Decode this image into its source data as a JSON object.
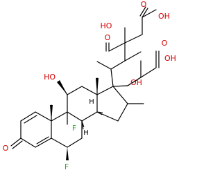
{
  "molecule": {
    "atoms": {
      "o_cooh_top_carbonyl": "O",
      "o_cooh_top_hydroxyl": "OH",
      "o_side_hydroxyl": "HO",
      "o_cooh_right_carbonyl": "O",
      "o_cooh_right_hydroxyl": "OH",
      "o_ketone": "O",
      "o_c11_hydroxyl": "HO",
      "o_c17_hydroxyl": "OH",
      "f_c9": "F",
      "f_c6": "F",
      "o_c3_ketone": "O",
      "h_c8": "H",
      "h_c14": "H"
    },
    "colors": {
      "oxygen": "#d40000",
      "fluorine": "#33a833",
      "bond": "#000000"
    }
  }
}
